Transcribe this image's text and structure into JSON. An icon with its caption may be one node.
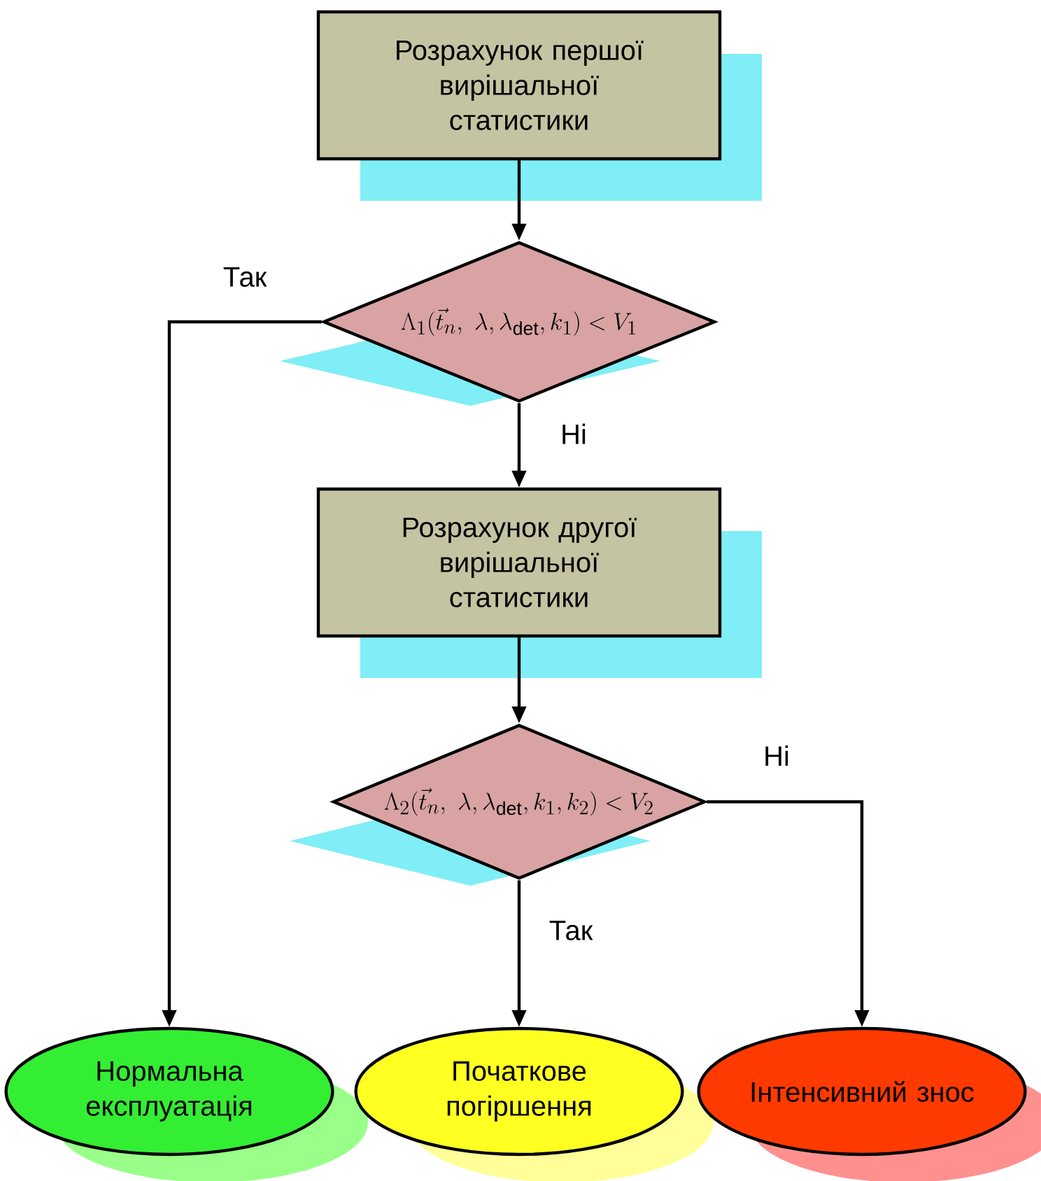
{
  "diagram": {
    "nodes": [
      {
        "text": [
          "Розрахунок першої вирішальної статистики"
        ]
      },
      {
        "text": [
          "\\Lambda_1(\\vec{t}_n,\\ \\lambda,\\lambda_{\\mathrm{det}},k_1)<V_1"
        ]
      },
      {
        "text": [
          "Розрахунок другої вирішальної статистики"
        ]
      },
      {
        "text": [
          "\\Lambda_2(\\vec{t}_n,\\ \\lambda,\\lambda_{\\mathrm{det}},k_1,k_2)<V_2"
        ]
      },
      {
        "text": [
          "Нормальна експлуатація"
        ]
      },
      {
        "text": [
          "Початкове погіршення"
        ]
      },
      {
        "text": [
          "Інтенсивний знос"
        ]
      }
    ],
    "edges": [
      {
        "from": 0,
        "to": 1,
        "arrow": "to"
      },
      {
        "from": 1,
        "to": 4,
        "arrow": "to",
        "label": "Так"
      },
      {
        "from": 1,
        "to": 2,
        "arrow": "to",
        "label": "Ні"
      },
      {
        "from": 2,
        "to": 3,
        "arrow": "to"
      },
      {
        "from": 3,
        "to": 5,
        "arrow": "to",
        "label": "Так"
      },
      {
        "from": 3,
        "to": 6,
        "arrow": "to",
        "label": "Ні"
      }
    ]
  }
}
